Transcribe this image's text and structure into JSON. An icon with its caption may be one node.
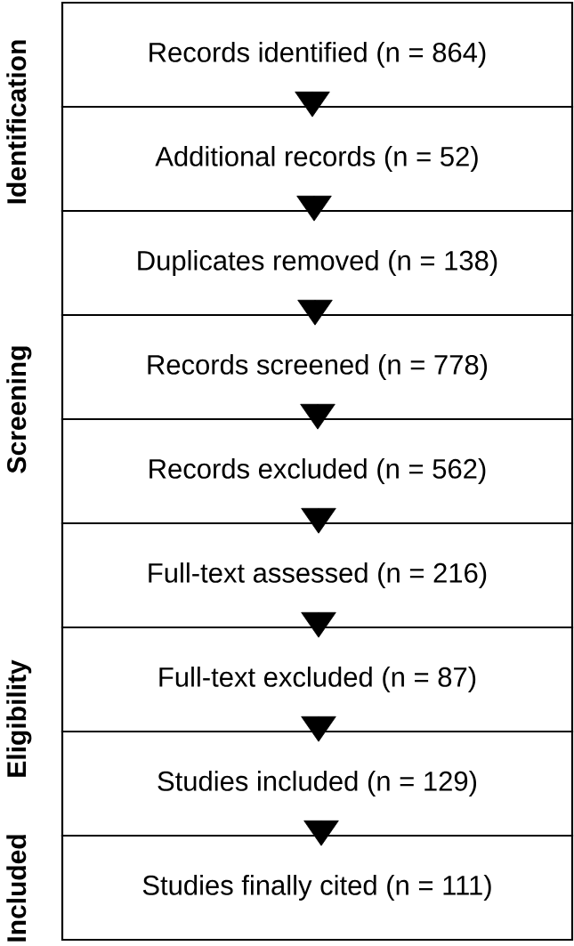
{
  "diagram": {
    "nodes": [
      {
        "text": [
          "Records identified (n = 864)"
        ]
      },
      {
        "text": [
          "Additional records (n = 52)"
        ]
      },
      {
        "text": [
          "Duplicates removed (n = 138)"
        ]
      },
      {
        "text": [
          "Records screened (n = 778)"
        ]
      },
      {
        "text": [
          "Records excluded (n = 562)"
        ]
      },
      {
        "text": [
          "Full-text assessed (n = 216)"
        ]
      },
      {
        "text": [
          "Full-text excluded (n = 87)"
        ]
      },
      {
        "text": [
          "Studies included (n = 129)"
        ]
      },
      {
        "text": [
          "Studies finally cited (n = 111)"
        ]
      }
    ],
    "edges": [
      {
        "from": 0,
        "to": 1,
        "arrow": "to"
      },
      {
        "from": 1,
        "to": 2,
        "arrow": "to"
      },
      {
        "from": 2,
        "to": 3,
        "arrow": "to"
      },
      {
        "from": 3,
        "to": 4,
        "arrow": "to"
      },
      {
        "from": 4,
        "to": 5,
        "arrow": "to"
      },
      {
        "from": 5,
        "to": 6,
        "arrow": "to"
      },
      {
        "from": 6,
        "to": 7,
        "arrow": "to"
      },
      {
        "from": 7,
        "to": 8,
        "arrow": "to"
      }
    ],
    "labels": [
      "Identification",
      "Screening",
      "Eligibility",
      "Included"
    ]
  }
}
